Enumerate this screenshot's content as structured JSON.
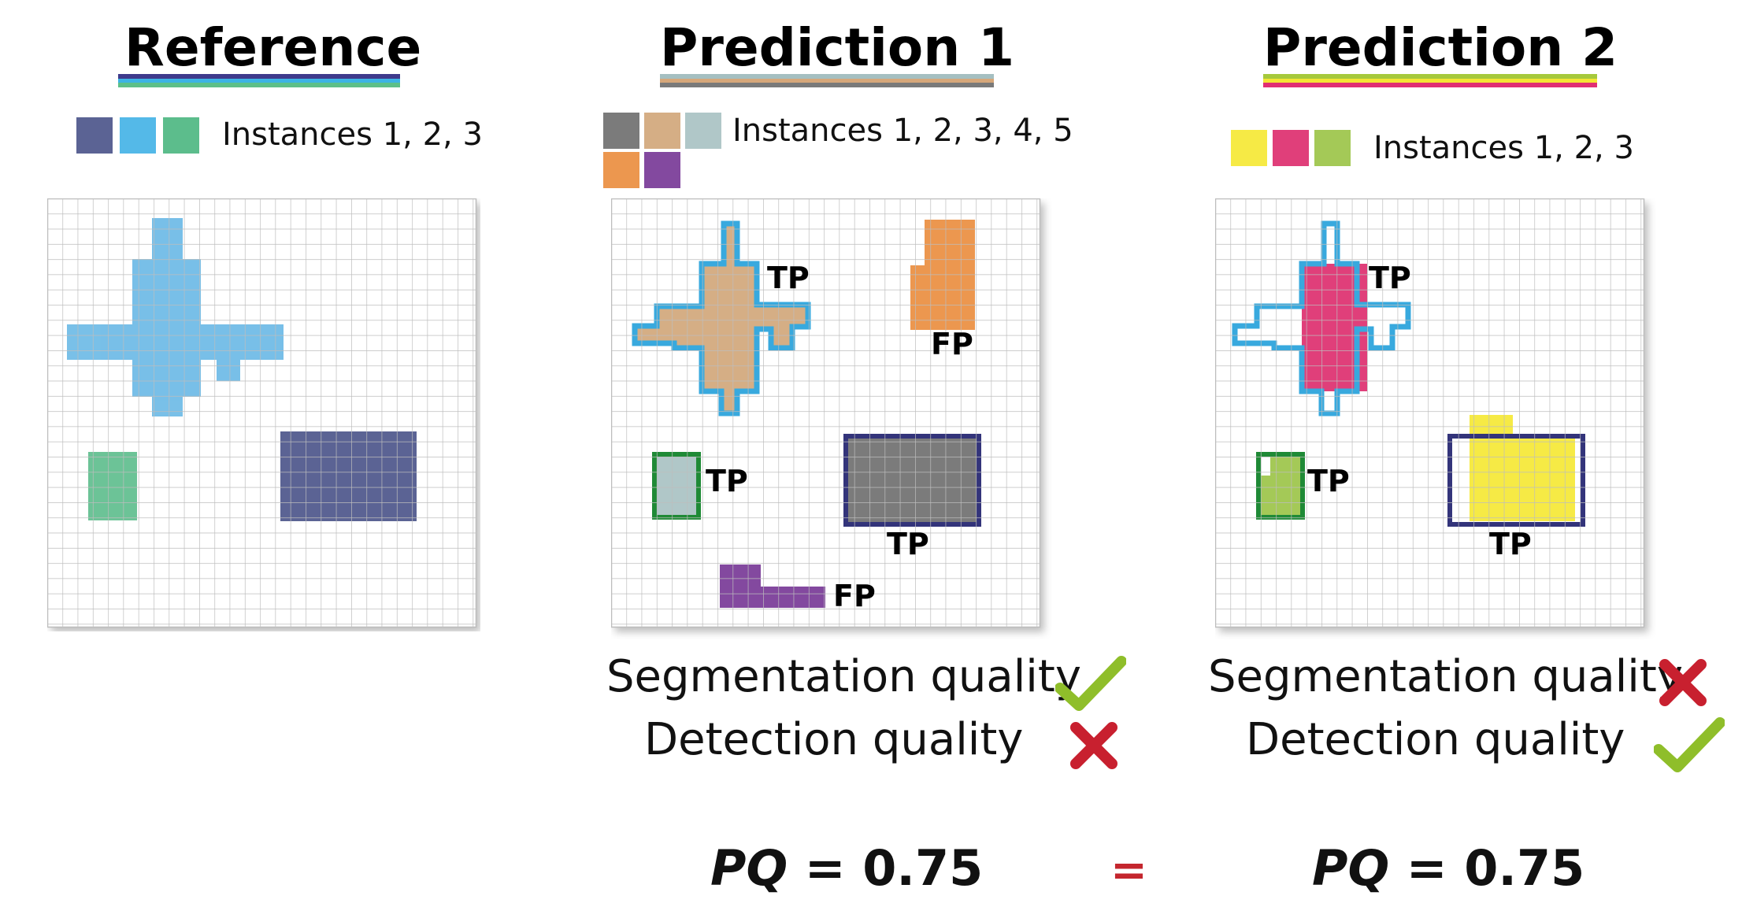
{
  "panels": [
    {
      "title": "Reference",
      "legend": "Instances  1, 2, 3",
      "stripe_colors": [
        "#3e3a8c",
        "#3db4e5",
        "#5dc089"
      ],
      "swatch_colors": [
        "#5b6394",
        "#54b9e8",
        "#5cbd8c"
      ]
    },
    {
      "title": "Prediction 1",
      "legend": "Instances  1, 2, 3, 4, 5",
      "stripe_colors": [
        "#a5bfc1",
        "#d6a77a",
        "#7a7a7a"
      ],
      "swatch_colors": [
        "#7b7b7b",
        "#d5ae85",
        "#b0c7c8",
        "#ec974f",
        "#83499f"
      ],
      "tags": [
        "TP",
        "FP",
        "TP",
        "TP",
        "FP"
      ]
    },
    {
      "title": "Prediction 2",
      "legend": "Instances  1, 2, 3",
      "stripe_colors": [
        "#a6c93c",
        "#f4e535",
        "#e12f73"
      ],
      "swatch_colors": [
        "#f6ea45",
        "#e03f7a",
        "#a4c957"
      ],
      "tags": [
        "TP",
        "TP",
        "TP"
      ]
    }
  ],
  "metrics": {
    "segmentation_label": "Segmentation quality",
    "detection_label": "Detection quality",
    "pred1": {
      "segmentation": "check-icon",
      "detection": "cross-icon"
    },
    "pred2": {
      "segmentation": "cross-icon",
      "detection": "check-icon"
    },
    "pq_pred1": "= 0.75",
    "pq_pred2": "= 0.75",
    "pq_label": "PQ",
    "equals": "="
  },
  "colors": {
    "check": "#8fbe2a",
    "cross": "#c8202f",
    "ref_outline_blue": "#38a9de",
    "ref_outline_navy": "#33347a",
    "ref_outline_green": "#1f8a36"
  }
}
